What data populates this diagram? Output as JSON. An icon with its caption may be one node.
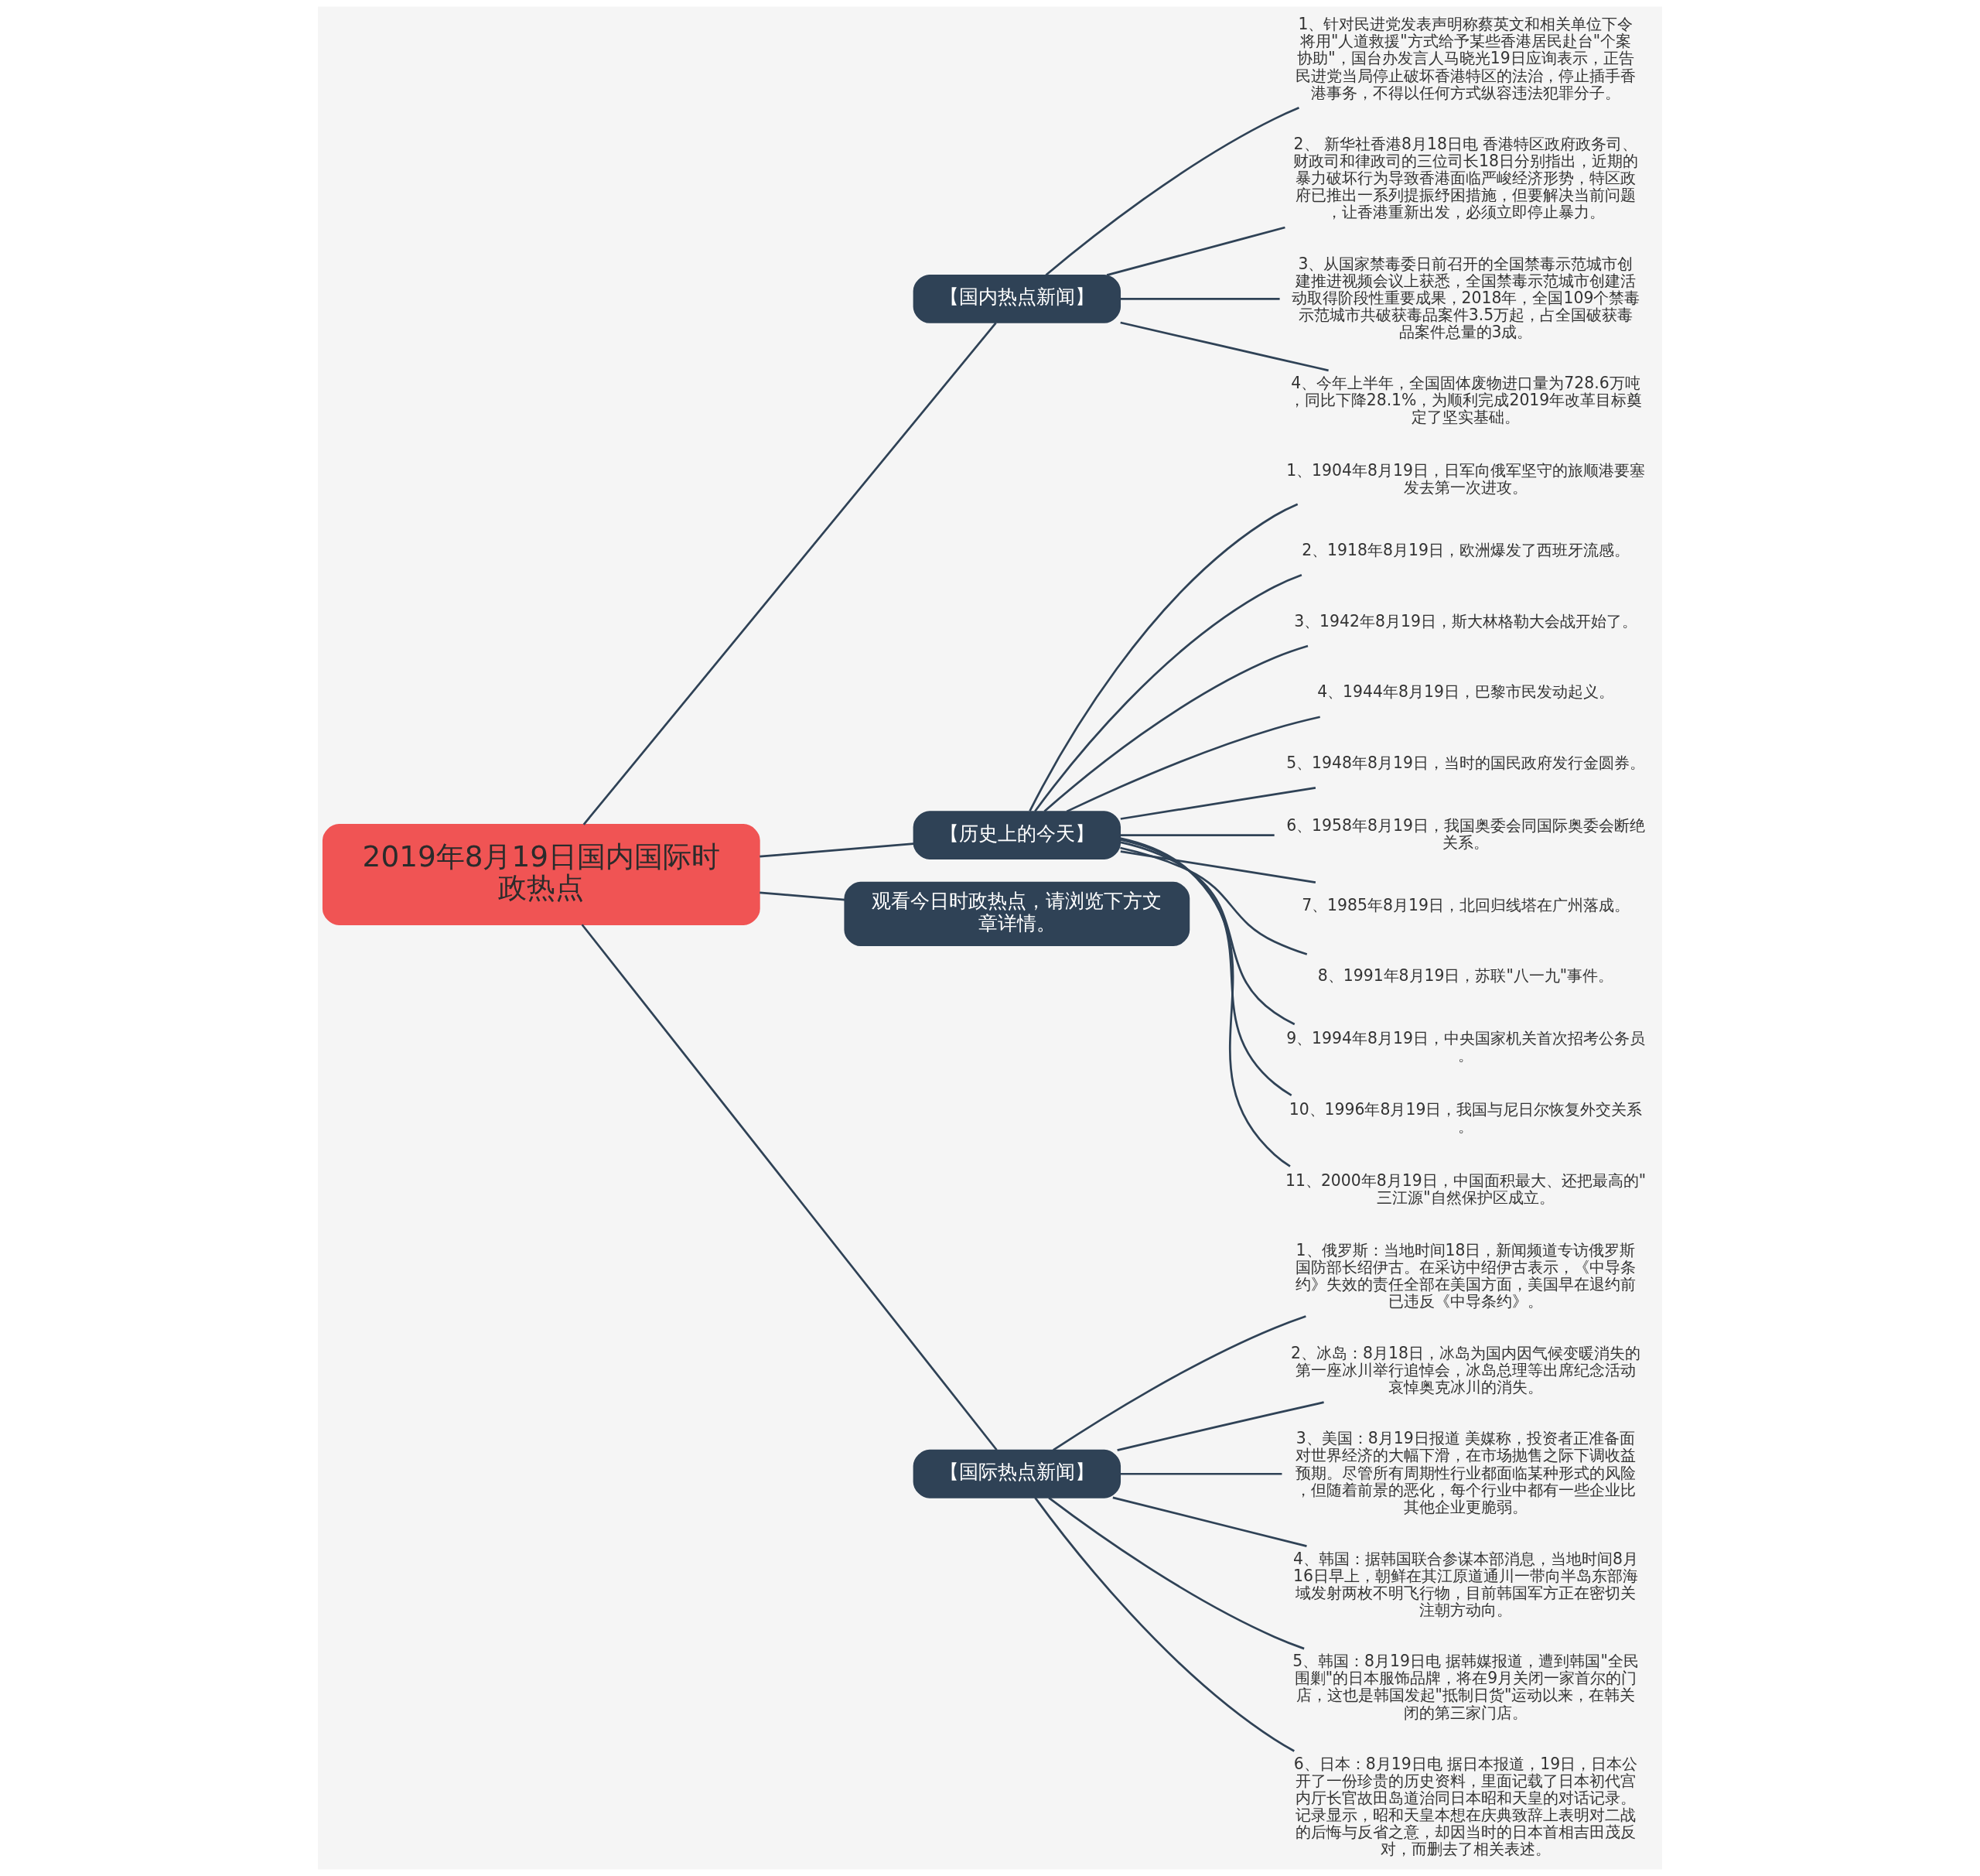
{
  "diagram": {
    "nodes": [
      {
        "text": [
          "2019年8月19日国内国际时政热点"
        ]
      },
      {
        "text": [
          "【国内热点新闻】"
        ]
      },
      {
        "text": [
          "1、针对民进党发表声明称蔡英文和相关单位下令将用\"人道救援\"方式给予某些香港居民赴台\"个案协助\"，国台办发言人马晓光19日应询表示，正告民进党当局停止破坏香港特区的法治，停止插手香港事务，不得以任何方式纵容违法犯罪分子。"
        ]
      },
      {
        "text": [
          "2、 新华社香港8月18日电 香港特区政府政务司、财政司和律政司的三位司长18日分别指出，近期的暴力破坏行为导致香港面临严峻经济形势，特区政府已推出一系列提振纾困措施，但要解决当前问题，让香港重新出发，必须立即停止暴力。"
        ]
      },
      {
        "text": [
          "3、从国家禁毒委日前召开的全国禁毒示范城市创建推进视频会议上获悉，全国禁毒示范城市创建活动取得阶段性重要成果，2018年，全国109个禁毒示范城市共破获毒品案件3.5万起，占全国破获毒品案件总量的3成。"
        ]
      },
      {
        "text": [
          "4、今年上半年，全国固体废物进口量为728.6万吨，同比下降28.1%，为顺利完成2019年改革目标奠定了坚实基础。"
        ]
      },
      {
        "text": [
          "【历史上的今天】"
        ]
      },
      {
        "text": [
          "1、1904年8月19日，日军向俄军坚守的旅顺港要塞发去第一次进攻。"
        ]
      },
      {
        "text": [
          "2、1918年8月19日，欧洲爆发了西班牙流感。"
        ]
      },
      {
        "text": [
          "3、1942年8月19日，斯大林格勒大会战开始了。"
        ]
      },
      {
        "text": [
          "4、1944年8月19日，巴黎市民发动起义。"
        ]
      },
      {
        "text": [
          "5、1948年8月19日，当时的国民政府发行金圆券。"
        ]
      },
      {
        "text": [
          "6、1958年8月19日，我国奥委会同国际奥委会断绝关系。"
        ]
      },
      {
        "text": [
          "7、1985年8月19日，北回归线塔在广州落成。"
        ]
      },
      {
        "text": [
          "8、1991年8月19日，苏联\"八一九\"事件。"
        ]
      },
      {
        "text": [
          "9、1994年8月19日，中央国家机关首次招考公务员。"
        ]
      },
      {
        "text": [
          "10、1996年8月19日，我国与尼日尔恢复外交关系。"
        ]
      },
      {
        "text": [
          "11、2000年8月19日，中国面积最大、还把最高的\"三江源\"自然保护区成立。"
        ]
      },
      {
        "text": [
          "观看今日时政热点，请浏览下方文章详情。"
        ]
      },
      {
        "text": [
          "【国际热点新闻】"
        ]
      },
      {
        "text": [
          "1、俄罗斯：当地时间18日，新闻频道专访俄罗斯国防部长绍伊古。在采访中绍伊古表示，《中导条约》失效的责任全部在美国方面，美国早在退约前已违反《中导条约》。"
        ]
      },
      {
        "text": [
          "2、冰岛：8月18日，冰岛为国内因气候变暖消失的第一座冰川举行追悼会，冰岛总理等出席纪念活动哀悼奥克冰川的消失。"
        ]
      },
      {
        "text": [
          "3、美国：8月19日报道 美媒称，投资者正准备面对世界经济的大幅下滑，在市场抛售之际下调收益预期。尽管所有周期性行业都面临某种形式的风险，但随着前景的恶化，每个行业中都有一些企业比其他企业更脆弱。"
        ]
      },
      {
        "text": [
          "4、韩国：据韩国联合参谋本部消息，当地时间8月16日早上，朝鲜在其江原道通川一带向半岛东部海域发射两枚不明飞行物，目前韩国军方正在密切关注朝方动向。"
        ]
      },
      {
        "text": [
          "5、韩国：8月19日电 据韩媒报道，遭到韩国\"全民围剿\"的日本服饰品牌，将在9月关闭一家首尔的门店，这也是韩国发起\"抵制日货\"运动以来，在韩关闭的第三家门店。"
        ]
      },
      {
        "text": [
          "6、日本：8月19日电 据日本报道，19日，日本公开了一份珍贵的历史资料，里面记载了日本初代宫内厅长官故田岛道治同日本昭和天皇的对话记录。记录显示，昭和天皇本想在庆典致辞上表明对二战的后悔与反省之意，却因当时的日本首相吉田茂反对，而删去了相关表述。"
        ]
      }
    ],
    "edges": [
      {
        "from": 0,
        "to": 1,
        "arrow": "none"
      },
      {
        "from": 1,
        "to": 2,
        "arrow": "none"
      },
      {
        "from": 1,
        "to": 3,
        "arrow": "none"
      },
      {
        "from": 1,
        "to": 4,
        "arrow": "none"
      },
      {
        "from": 1,
        "to": 5,
        "arrow": "none"
      },
      {
        "from": 0,
        "to": 6,
        "arrow": "none"
      },
      {
        "from": 6,
        "to": 7,
        "arrow": "none"
      },
      {
        "from": 6,
        "to": 8,
        "arrow": "none"
      },
      {
        "from": 6,
        "to": 9,
        "arrow": "none"
      },
      {
        "from": 6,
        "to": 10,
        "arrow": "none"
      },
      {
        "from": 6,
        "to": 11,
        "arrow": "none"
      },
      {
        "from": 6,
        "to": 12,
        "arrow": "none"
      },
      {
        "from": 6,
        "to": 13,
        "arrow": "none"
      },
      {
        "from": 6,
        "to": 14,
        "arrow": "none"
      },
      {
        "from": 6,
        "to": 15,
        "arrow": "none"
      },
      {
        "from": 6,
        "to": 16,
        "arrow": "none"
      },
      {
        "from": 6,
        "to": 17,
        "arrow": "none"
      },
      {
        "from": 0,
        "to": 18,
        "arrow": "none"
      },
      {
        "from": 0,
        "to": 19,
        "arrow": "none"
      },
      {
        "from": 19,
        "to": 20,
        "arrow": "none"
      },
      {
        "from": 19,
        "to": 21,
        "arrow": "none"
      },
      {
        "from": 19,
        "to": 22,
        "arrow": "none"
      },
      {
        "from": 19,
        "to": 23,
        "arrow": "none"
      },
      {
        "from": 19,
        "to": 24,
        "arrow": "none"
      },
      {
        "from": 19,
        "to": 25,
        "arrow": "none"
      }
    ]
  }
}
